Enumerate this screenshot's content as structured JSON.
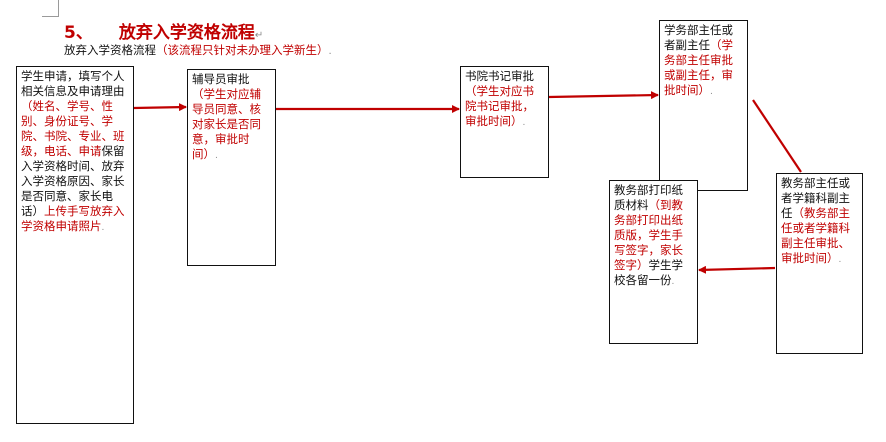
{
  "header": {
    "number": "5、",
    "title": "放弃入学资格流程",
    "title_mark": "↵",
    "subtitle": "放弃入学资格流程",
    "subtitle_note": "（该流程只针对未办理入学新生）",
    "subtitle_mark": "."
  },
  "boxes": {
    "student": {
      "label": "学生申请，填写个人相关信息及申请理由",
      "detail": "（姓名、学号、性别、身份证号、学院、书院、专业、班级，电话、申请",
      "detail2": "保留入学资格时间、放弃入学资格原因、家长是否同意、家长电话）",
      "detail3": "上传手写放弃入学资格申请照片",
      "mark": "."
    },
    "counselor": {
      "label": "辅导员审批",
      "detail": "（学生对应辅导员同意、核对家长是否同意，审批时间）",
      "mark": "."
    },
    "academy": {
      "label": "书院书记审批",
      "detail": "（学生对应书院书记审批，审批时间）",
      "mark": "."
    },
    "dept_director": {
      "label": "学务部主任或者副主任",
      "detail": "（学务部主任审批或副主任，审批时间）",
      "mark": "."
    },
    "registrar": {
      "label": "教务部主任或者学籍科副主任",
      "detail": "（教务部主任或者学籍科副主任审批、审批时间）",
      "mark": "."
    },
    "print": {
      "label": "教务部打印纸质材料",
      "detail": "（到教务部打印出纸质版，学生手写签字，家长签字）",
      "detail2": "学生学校各留一份",
      "mark": "."
    }
  },
  "colors": {
    "accent": "#c00000",
    "border": "#111111"
  }
}
